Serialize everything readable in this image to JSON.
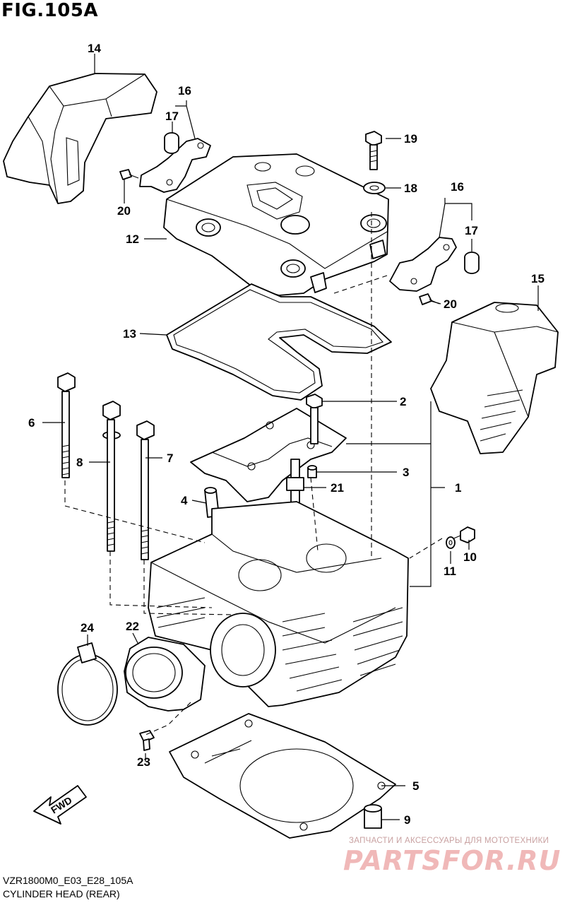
{
  "figure": {
    "title": "FIG.105A",
    "code": "VZR1800M0_E03_E28_105A",
    "name": "CYLINDER HEAD (REAR)"
  },
  "callouts": {
    "c1": "1",
    "c2": "2",
    "c3": "3",
    "c4": "4",
    "c5": "5",
    "c6": "6",
    "c7": "7",
    "c8": "8",
    "c9": "9",
    "c10": "10",
    "c11": "11",
    "c12": "12",
    "c13": "13",
    "c14": "14",
    "c15": "15",
    "c16a": "16",
    "c16b": "16",
    "c17a": "17",
    "c17b": "17",
    "c18": "18",
    "c19": "19",
    "c20a": "20",
    "c20b": "20",
    "c21": "21",
    "c22": "22",
    "c23": "23",
    "c24": "24"
  },
  "fwd_label": "FWD",
  "watermark": {
    "tagline": "ЗАПЧАСТИ И АКСЕССУАРЫ ДЛЯ МОТОТЕХНИКИ",
    "logo": "PARTSFOR.RU"
  }
}
